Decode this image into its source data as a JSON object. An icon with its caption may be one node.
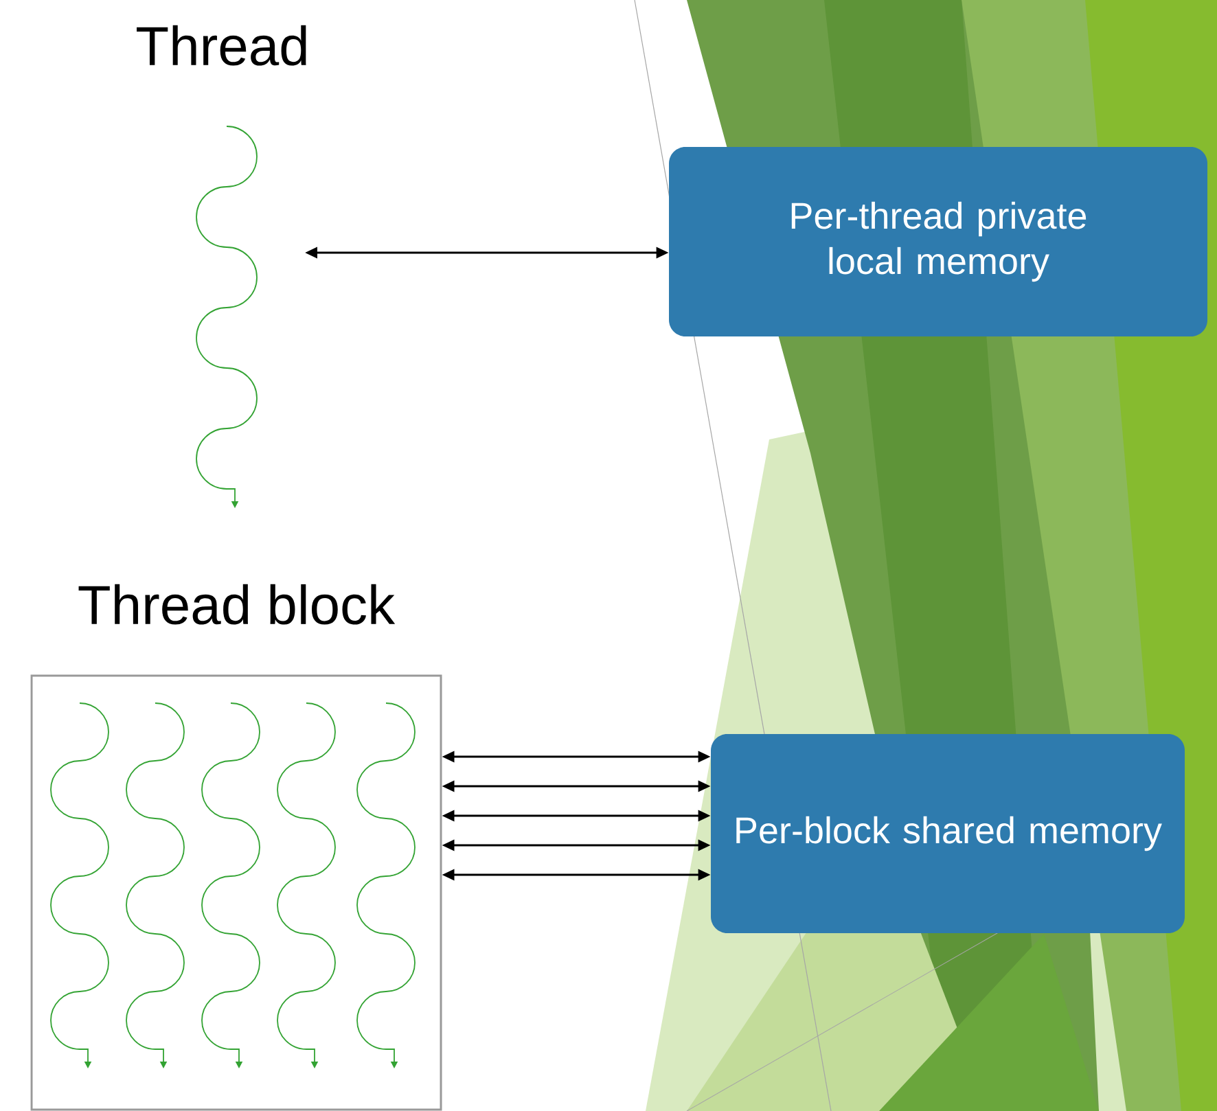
{
  "diagram": {
    "nodes": [
      {
        "text": [
          "Thread"
        ]
      },
      {
        "text": [
          "Per-thread private local memory"
        ]
      },
      {
        "text": [
          "Thread block"
        ]
      },
      {
        "text": [
          "Per-block shared memory"
        ]
      }
    ],
    "edges": [
      {
        "from": 0,
        "to": 1,
        "arrow": "both"
      },
      {
        "from": 2,
        "to": 3,
        "arrow": "both"
      },
      {
        "from": 2,
        "to": 3,
        "arrow": "both"
      },
      {
        "from": 2,
        "to": 3,
        "arrow": "both"
      },
      {
        "from": 2,
        "to": 3,
        "arrow": "both"
      },
      {
        "from": 2,
        "to": 3,
        "arrow": "both"
      }
    ]
  }
}
